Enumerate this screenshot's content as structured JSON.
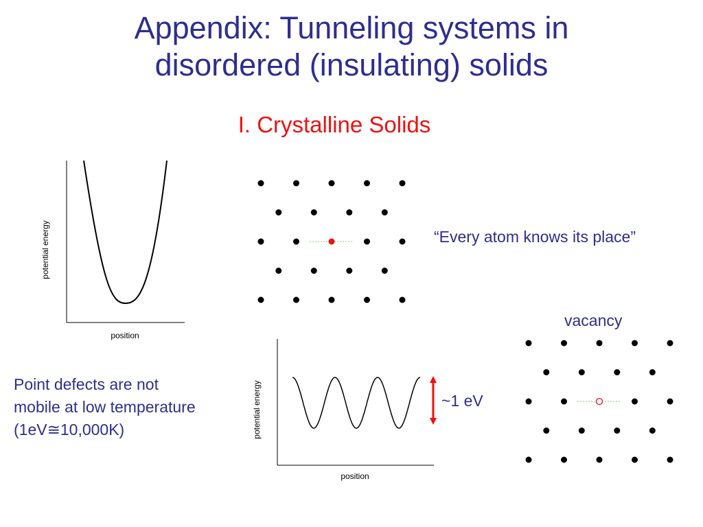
{
  "slide": {
    "title_line1": "Appendix: Tunneling systems in",
    "title_line2": "disordered (insulating) solids",
    "subtitle": "I. Crystalline Solids",
    "quote": "“Every atom knows its place”",
    "vacancy_label": "vacancy",
    "note_line1": "Point defects are not",
    "note_line2": "mobile at low temperature",
    "note_line3": "(1eV≅10,000K)",
    "energy_label": "~1 eV"
  },
  "plot1": {
    "xlabel": "position",
    "ylabel": "potential energy",
    "curve": "single parabolic well"
  },
  "plot2": {
    "xlabel": "position",
    "ylabel": "potential energy",
    "curve": "periodic potential, 3 wells"
  },
  "colors": {
    "title": "#2e2e8e",
    "subtitle": "#ee1111",
    "atom": "#000000",
    "highlight_atom": "#ee1111",
    "bond_line": "#66cc66",
    "arrow": "#ee1111"
  },
  "lattices": {
    "crystal": {
      "row_counts": [
        5,
        4,
        5,
        4,
        5
      ],
      "highlighted_atom": "center of middle row"
    },
    "vacancy": {
      "row_counts": [
        5,
        4,
        5,
        4,
        5
      ],
      "vacant_site": "center of middle row"
    }
  }
}
